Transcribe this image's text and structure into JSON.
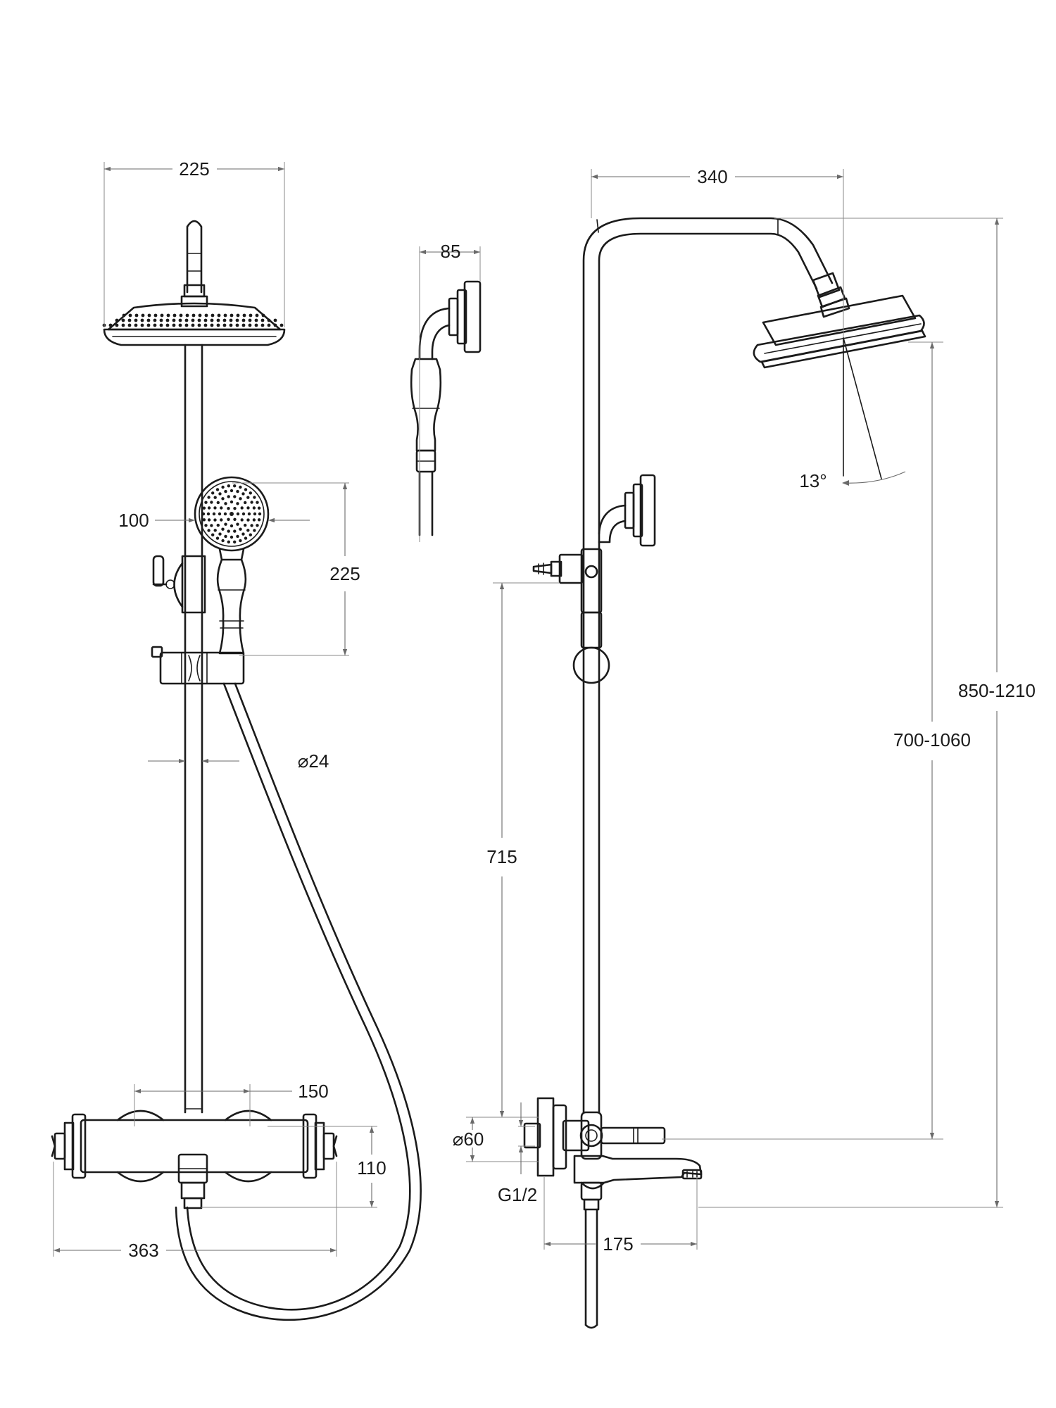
{
  "colors": {
    "line": "#1b1b1b",
    "dimension": "#6a6a6a",
    "background": "#ffffff"
  },
  "front_view": {
    "head_width": "225",
    "hand_shower_diameter": "100",
    "hand_shower_holder_height": "225",
    "rail_diameter": "⌀24",
    "inlet_spacing": "150",
    "mixer_height": "110",
    "mixer_width": "363"
  },
  "handshower_detail": {
    "bracket_depth": "85"
  },
  "side_view": {
    "arm_projection": "340",
    "head_tilt": "13°",
    "overall_height": "850-1210",
    "head_height": "700-1060",
    "bracket_height": "715",
    "escutcheon_diameter": "⌀60",
    "inlet_thread": "G1/2",
    "spout_projection": "175"
  }
}
